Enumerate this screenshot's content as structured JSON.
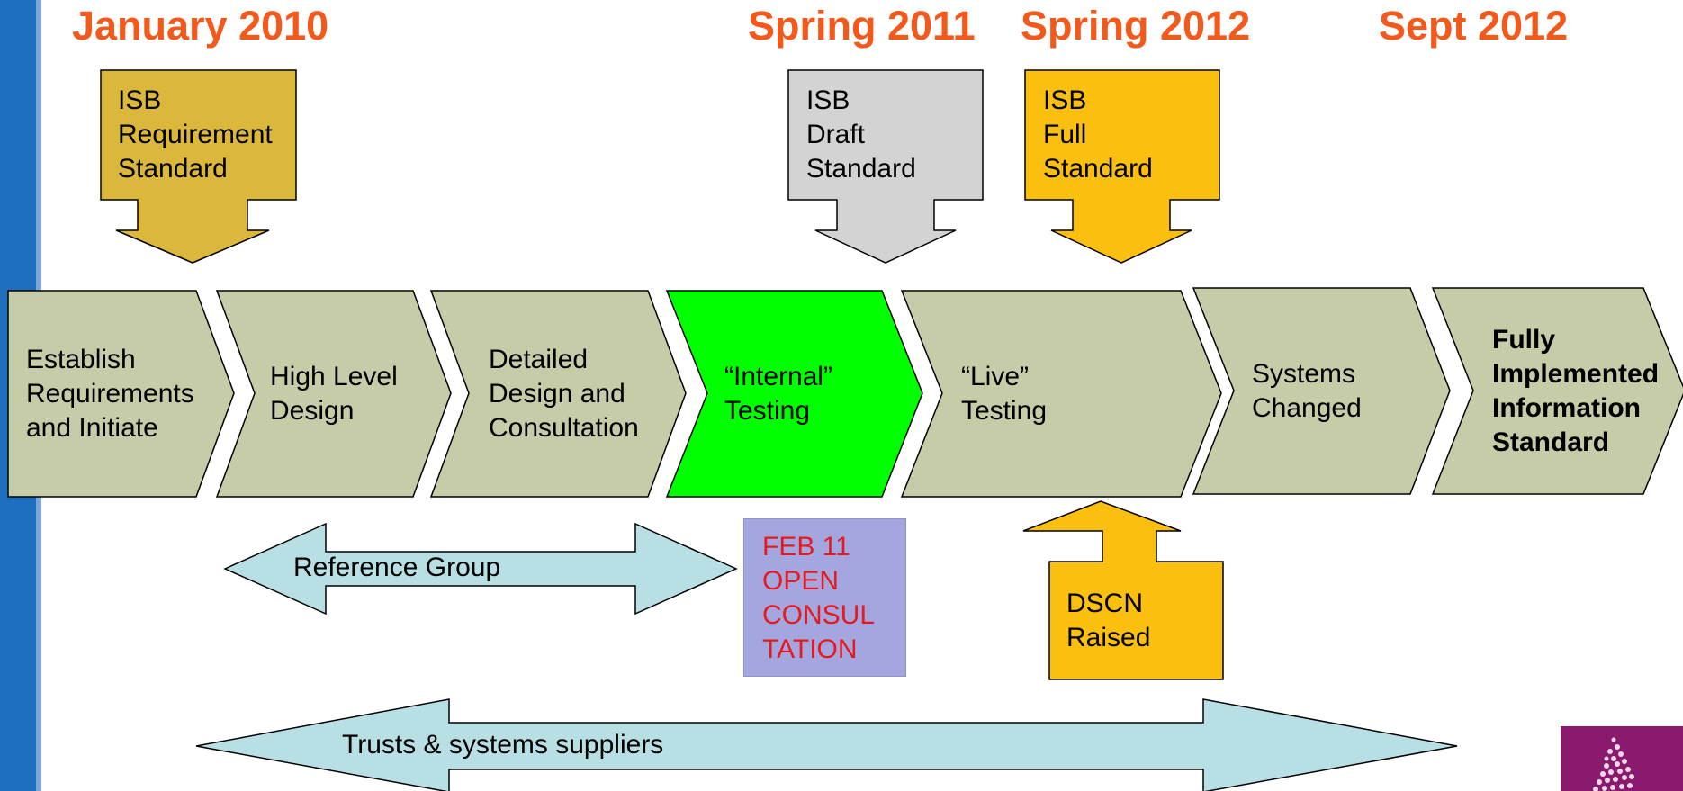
{
  "dates": {
    "jan_2010": "January 2010",
    "spring_2011": "Spring 2011",
    "spring_2012": "Spring 2012",
    "sept_2012": "Sept 2012"
  },
  "callouts": {
    "isb_requirement": "ISB\nRequirement\nStandard",
    "isb_draft": "ISB\nDraft\nStandard",
    "isb_full": "ISB\nFull\nStandard",
    "dscn_raised": "DSCN\nRaised"
  },
  "stages": [
    {
      "label": "Establish\nRequirements\nand Initiate"
    },
    {
      "label": "High Level\nDesign"
    },
    {
      "label": "Detailed\nDesign and\nConsultation"
    },
    {
      "label": "“Internal”\nTesting"
    },
    {
      "label": "“Live”\nTesting"
    },
    {
      "label": "Systems\nChanged"
    },
    {
      "label": "Fully\nImplemented\nInformation\nStandard"
    }
  ],
  "feb_box": "FEB 11\nOPEN\nCONSUL\nTATION",
  "reference_group": "Reference Group",
  "trusts_suppliers": "Trusts & systems suppliers",
  "colors": {
    "chevron_default": "#c6cba8",
    "chevron_internal": "#00ff00",
    "isb_requirement": "#dbb83b",
    "isb_draft": "#d3d3d3",
    "isb_full": "#fbbf0f",
    "dscn": "#fbbf0f",
    "double_arrow": "#b8e0e4",
    "date_text": "#f2591b",
    "feb_box": "#a3a6df",
    "feb_text": "#e6191e",
    "left_bar": "#1f6fc0"
  }
}
